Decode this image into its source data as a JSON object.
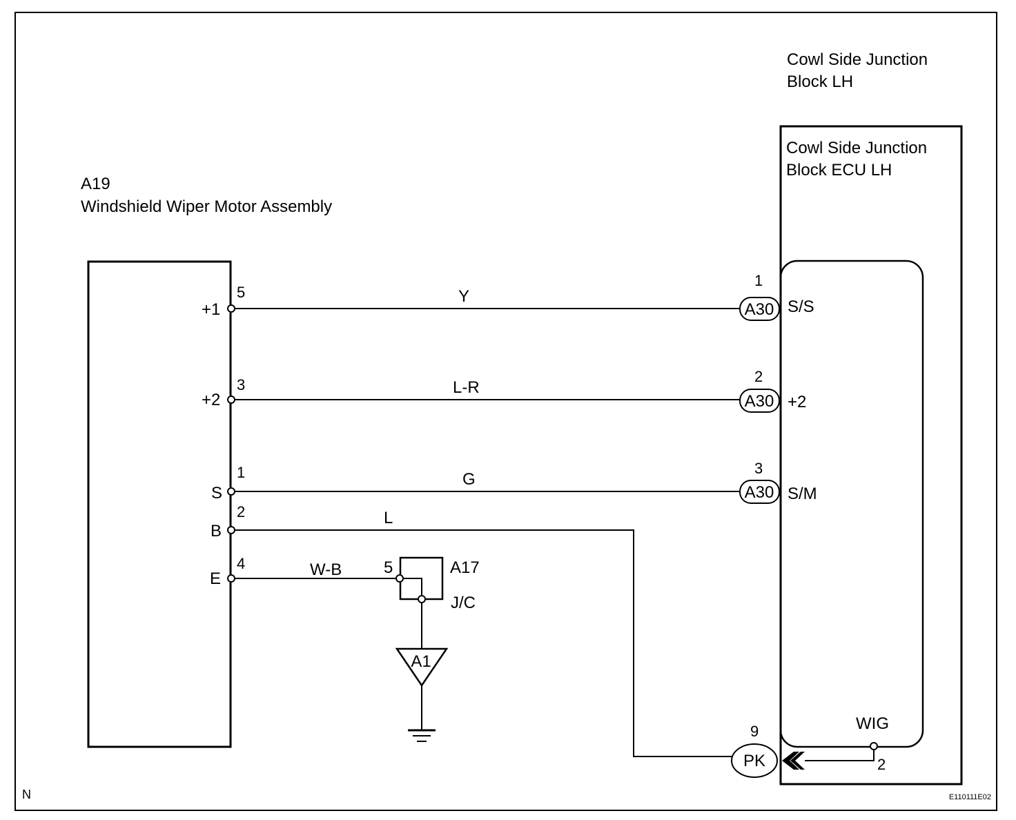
{
  "cowl_block": {
    "title_line1": "Cowl Side Junction",
    "title_line2": "Block LH",
    "ecu_line1": "Cowl Side Junction",
    "ecu_line2": "Block ECU LH"
  },
  "motor": {
    "code": "A19",
    "name": "Windshield Wiper Motor Assembly",
    "terminals": [
      {
        "name": "+1",
        "pin": "5"
      },
      {
        "name": "+2",
        "pin": "3"
      },
      {
        "name": "S",
        "pin": "1"
      },
      {
        "name": "B",
        "pin": "2"
      },
      {
        "name": "E",
        "pin": "4"
      }
    ]
  },
  "wires": [
    {
      "color": "Y",
      "connector": "A30",
      "connector_pin": "1",
      "ecu_terminal": "S/S"
    },
    {
      "color": "L-R",
      "connector": "A30",
      "connector_pin": "2",
      "ecu_terminal": "+2"
    },
    {
      "color": "G",
      "connector": "A30",
      "connector_pin": "3",
      "ecu_terminal": "S/M"
    },
    {
      "color": "L",
      "connector": "PK",
      "connector_pin": "9",
      "ecu_terminal": "WIG",
      "ecu_pin": "2"
    },
    {
      "color": "W-B"
    }
  ],
  "junction": {
    "code": "A17",
    "pin": "5",
    "label": "J/C"
  },
  "ground": {
    "label": "A1"
  },
  "footer": {
    "left_label": "N",
    "figure_id": "E110111E02"
  }
}
